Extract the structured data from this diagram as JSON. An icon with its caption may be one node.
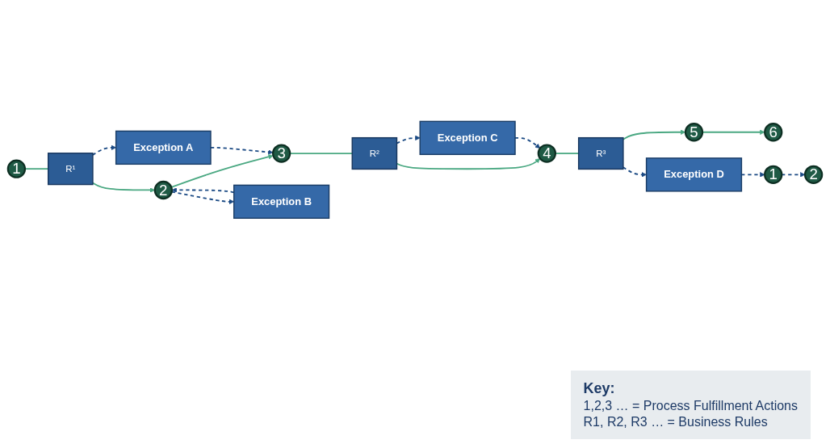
{
  "diagram": {
    "nodes": [
      {
        "text": [
          "1"
        ]
      },
      {
        "text": [
          "R¹"
        ]
      },
      {
        "text": [
          "2"
        ]
      },
      {
        "text": [
          "3"
        ]
      },
      {
        "text": [
          "R²"
        ]
      },
      {
        "text": [
          "4"
        ]
      },
      {
        "text": [
          "R³"
        ]
      },
      {
        "text": [
          "5"
        ]
      },
      {
        "text": [
          "6"
        ]
      },
      {
        "text": [
          "Exception B"
        ]
      },
      {
        "text": [
          "Exception C"
        ]
      },
      {
        "text": [
          "Exception A"
        ]
      },
      {
        "text": [
          "Exception D"
        ]
      },
      {
        "text": [
          "1"
        ]
      },
      {
        "text": [
          "2"
        ]
      }
    ],
    "edges": [
      {
        "from": 0,
        "to": 1,
        "arrow": "none",
        "color": "#4aa882"
      },
      {
        "from": 1,
        "to": 2,
        "arrow": "to",
        "color": "#4aa882"
      },
      {
        "from": 2,
        "to": 3,
        "arrow": "to",
        "color": "#4aa882"
      },
      {
        "from": 3,
        "to": 4,
        "arrow": "none",
        "color": "#4aa882"
      },
      {
        "from": 4,
        "to": 5,
        "arrow": "to",
        "color": "#4aa882"
      },
      {
        "from": 5,
        "to": 6,
        "arrow": "none",
        "color": "#4aa882"
      },
      {
        "from": 6,
        "to": 7,
        "arrow": "to",
        "color": "#4aa882"
      },
      {
        "from": 7,
        "to": 8,
        "arrow": "to",
        "color": "#4aa882"
      },
      {
        "from": 9,
        "to": 2,
        "arrow": "to",
        "style": "dashed"
      },
      {
        "from": 2,
        "to": 9,
        "arrow": "to",
        "style": "dashed"
      },
      {
        "from": 1,
        "to": 11,
        "arrow": "to",
        "style": "dashed"
      },
      {
        "from": 11,
        "to": 3,
        "arrow": "to",
        "style": "dashed"
      },
      {
        "from": 4,
        "to": 10,
        "arrow": "to",
        "style": "dashed"
      },
      {
        "from": 10,
        "to": 5,
        "arrow": "to",
        "style": "dashed"
      },
      {
        "from": 6,
        "to": 12,
        "arrow": "to",
        "style": "dashed"
      },
      {
        "from": 12,
        "to": 13,
        "arrow": "to",
        "style": "dashed"
      },
      {
        "from": 13,
        "to": 14,
        "arrow": "to",
        "style": "dashed"
      }
    ],
    "labels": [
      "Key:",
      "1,2,3 … = Process Fulfillment Actions",
      "R1, R2, R3 … = Business Rules"
    ]
  }
}
